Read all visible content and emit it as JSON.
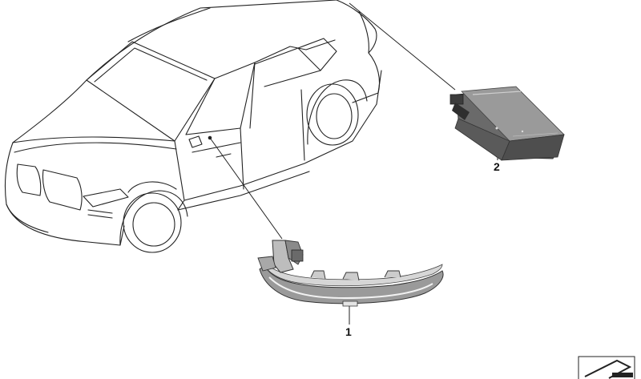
{
  "diagram": {
    "callouts": [
      {
        "id": "part-1",
        "label": "1"
      },
      {
        "id": "part-2",
        "label": "2"
      }
    ],
    "colors": {
      "line": "#222222",
      "part_dark": "#4a4a4a",
      "part_mid": "#8c8c8c",
      "part_light": "#d8d8d8"
    },
    "icons": {
      "vehicle": "suv-outline-icon",
      "part_1": "mirror-turn-signal-indicator-icon",
      "part_2": "control-module-icon",
      "corner": "page-corner-arrow-icon"
    }
  }
}
